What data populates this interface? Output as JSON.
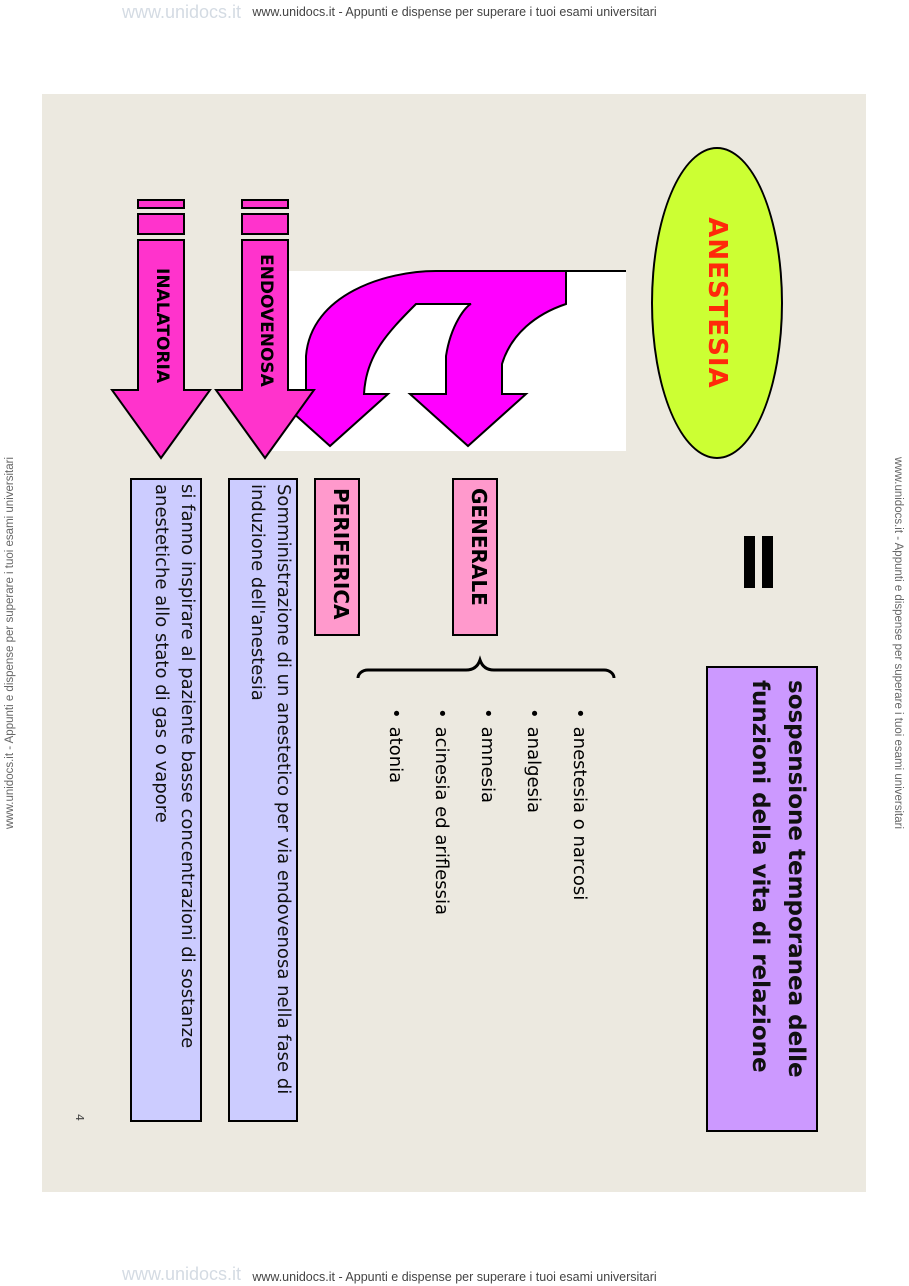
{
  "page": {
    "header": "www.unidocs.it - Appunti e dispense per superare i tuoi esami universitari",
    "footer": "www.unidocs.it - Appunti e dispense per superare i tuoi esami universitari",
    "side_left": "www.unidocs.it - Appunti e dispense per superare i tuoi esami universitari",
    "side_right": "www.unidocs.it - Appunti e dispense per superare i tuoi esami universitari",
    "watermark": "www.unidocs.it"
  },
  "slide": {
    "title": "ANESTESIA",
    "definition": "sospensione temporanea delle funzioni della vita di relazione",
    "types": {
      "generale": "GENERALE",
      "periferica": "PERIFERICA"
    },
    "generale_items": [
      "anestesia o narcosi",
      "analgesia",
      "amnesia",
      "acinesia ed ariflessia",
      "atonia"
    ],
    "routes": {
      "endovenosa": {
        "label": "ENDOVENOSA",
        "description": "Somministrazione di un anestetico per via endovenosa nella fase di induzione dell'anestesia"
      },
      "inalatoria": {
        "label": "INALATORIA",
        "description": "si fanno inspirare al paziente basse concentrazioni di sostanze anestetiche allo stato di gas o vapore"
      }
    },
    "page_number": "4",
    "colors": {
      "slide_bg": "#ece9e0",
      "ellipse": "#ccff33",
      "title": "#ff2a0a",
      "definition_box": "#cc99ff",
      "arrow": "#ff33cc",
      "arrow_bright": "#ff00ff",
      "tag": "#ff99cc",
      "description_box": "#ccccff"
    }
  }
}
